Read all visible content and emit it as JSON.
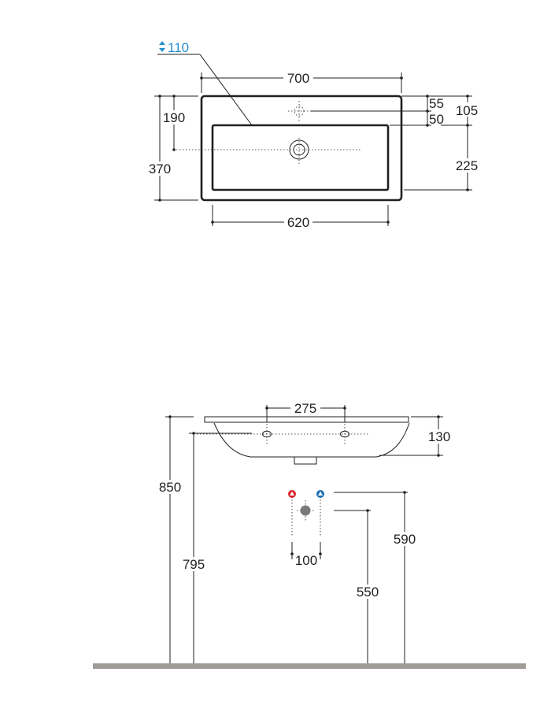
{
  "top_view": {
    "dimensions": {
      "width": "700",
      "depth": "370",
      "bowl_offset": "190",
      "tap_to_back": "55",
      "tap_to_bowl": "50",
      "back_to_bowl": "105",
      "bowl_depth": "225",
      "bowl_width": "620"
    },
    "drain": {
      "value": "110",
      "icon": "up-down-arrows-icon",
      "color": "#2a8fd1"
    }
  },
  "side_view": {
    "dimensions": {
      "tap_holes_spacing": "275",
      "basin_height": "130",
      "total_height": "850",
      "rim_height": "795",
      "supply_height": "590",
      "drain_height": "550",
      "supply_spacing": "100"
    },
    "hot_supply": {
      "icon": "hot-water-triangle-icon",
      "color": "#d8232a"
    },
    "cold_supply": {
      "icon": "cold-water-triangle-icon",
      "color": "#1f6fb5"
    },
    "drain": {
      "icon": "waste-outlet-icon",
      "color": "#7a7a7a"
    },
    "floor": {
      "color": "#a09c98"
    }
  }
}
